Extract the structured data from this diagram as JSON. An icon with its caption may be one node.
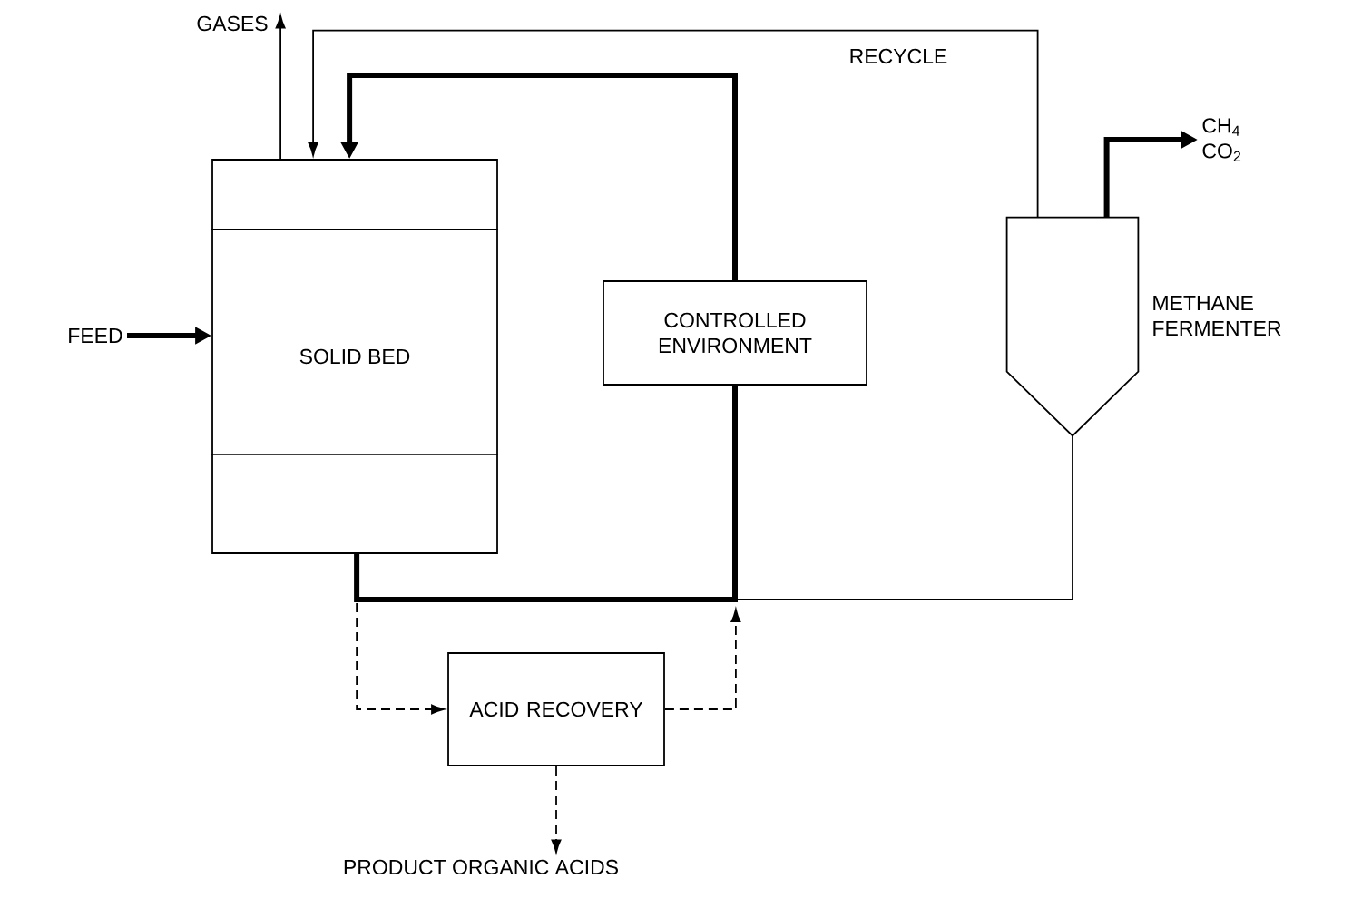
{
  "diagram": {
    "nodes": [
      {
        "text": [
          "GASES"
        ]
      },
      {
        "text": [
          "FEED"
        ]
      },
      {
        "text": [
          "SOLID BED"
        ]
      },
      {
        "text": [
          "CONTROLLED ENVIRONMENT"
        ]
      },
      {
        "text": [],
        "shape": "vessel",
        "beside": [
          "METHANE FERMENTER"
        ]
      },
      {
        "text": [
          "CH$_{4}$ CO$_{2}$"
        ]
      },
      {
        "text": [
          "ACID RECOVERY"
        ]
      },
      {
        "text": [
          "PRODUCT ORGANIC ACIDS"
        ]
      }
    ],
    "edges": [
      {
        "from": 2,
        "to": 0,
        "arrow": "to"
      },
      {
        "from": 1,
        "to": 2,
        "arrow": "to",
        "style": "thick"
      },
      {
        "from": 4,
        "to": 2,
        "arrow": "to",
        "label": "RECYCLE"
      },
      {
        "from": 2,
        "to": 3,
        "arrow": "none",
        "style": "thick"
      },
      {
        "from": 3,
        "to": 2,
        "arrow": "to",
        "style": "thick"
      },
      {
        "from": 2,
        "to": 4,
        "arrow": "none"
      },
      {
        "from": 4,
        "to": 5,
        "arrow": "to",
        "style": "thick"
      },
      {
        "from": 2,
        "to": 6,
        "arrow": "to",
        "style": "dashed"
      },
      {
        "from": 6,
        "to": null,
        "arrow": "to",
        "style": "dashed"
      },
      {
        "from": 6,
        "to": 7,
        "arrow": "to",
        "style": "dashed"
      }
    ]
  }
}
